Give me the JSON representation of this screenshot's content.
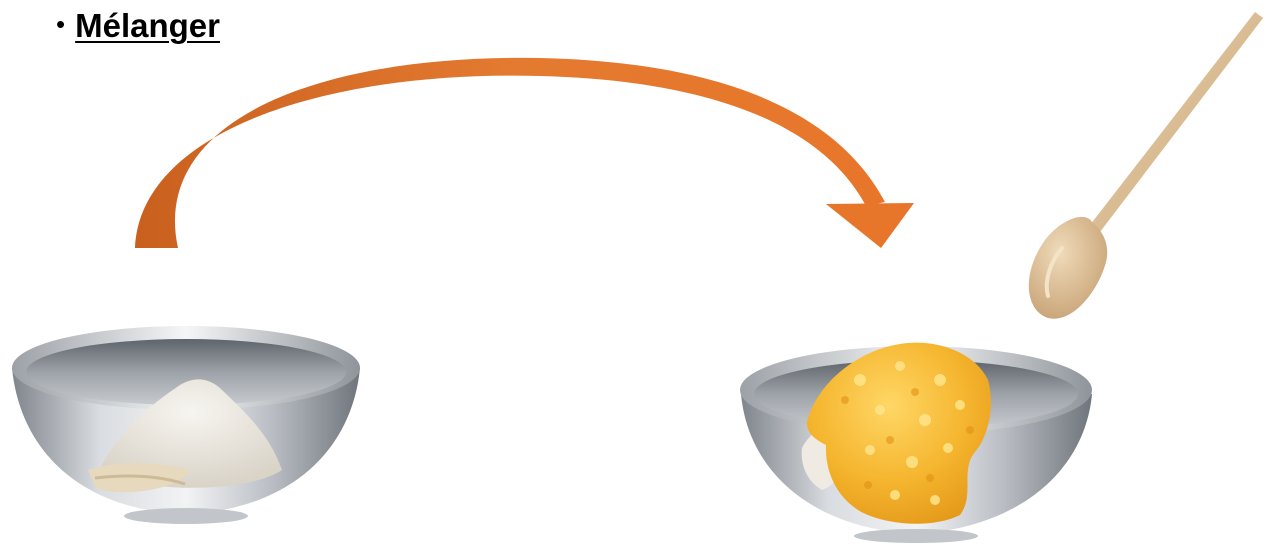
{
  "heading": {
    "bullet": "•",
    "text": "Mélanger"
  },
  "colors": {
    "arrow": "#E2742B",
    "bowl_steel": "#A9ADB3",
    "flour": "#ECE8E0",
    "egg_mix": "#F4B330",
    "spoon_wood": "#D9BE94"
  },
  "illustrations": [
    {
      "name": "flour-bowl",
      "icon": "bowl-with-flour"
    },
    {
      "name": "mixing-arrow",
      "icon": "curved-arrow-right"
    },
    {
      "name": "egg-mixture-bowl",
      "icon": "bowl-with-egg-mixture"
    },
    {
      "name": "wooden-spoon",
      "icon": "wooden-spoon"
    }
  ]
}
